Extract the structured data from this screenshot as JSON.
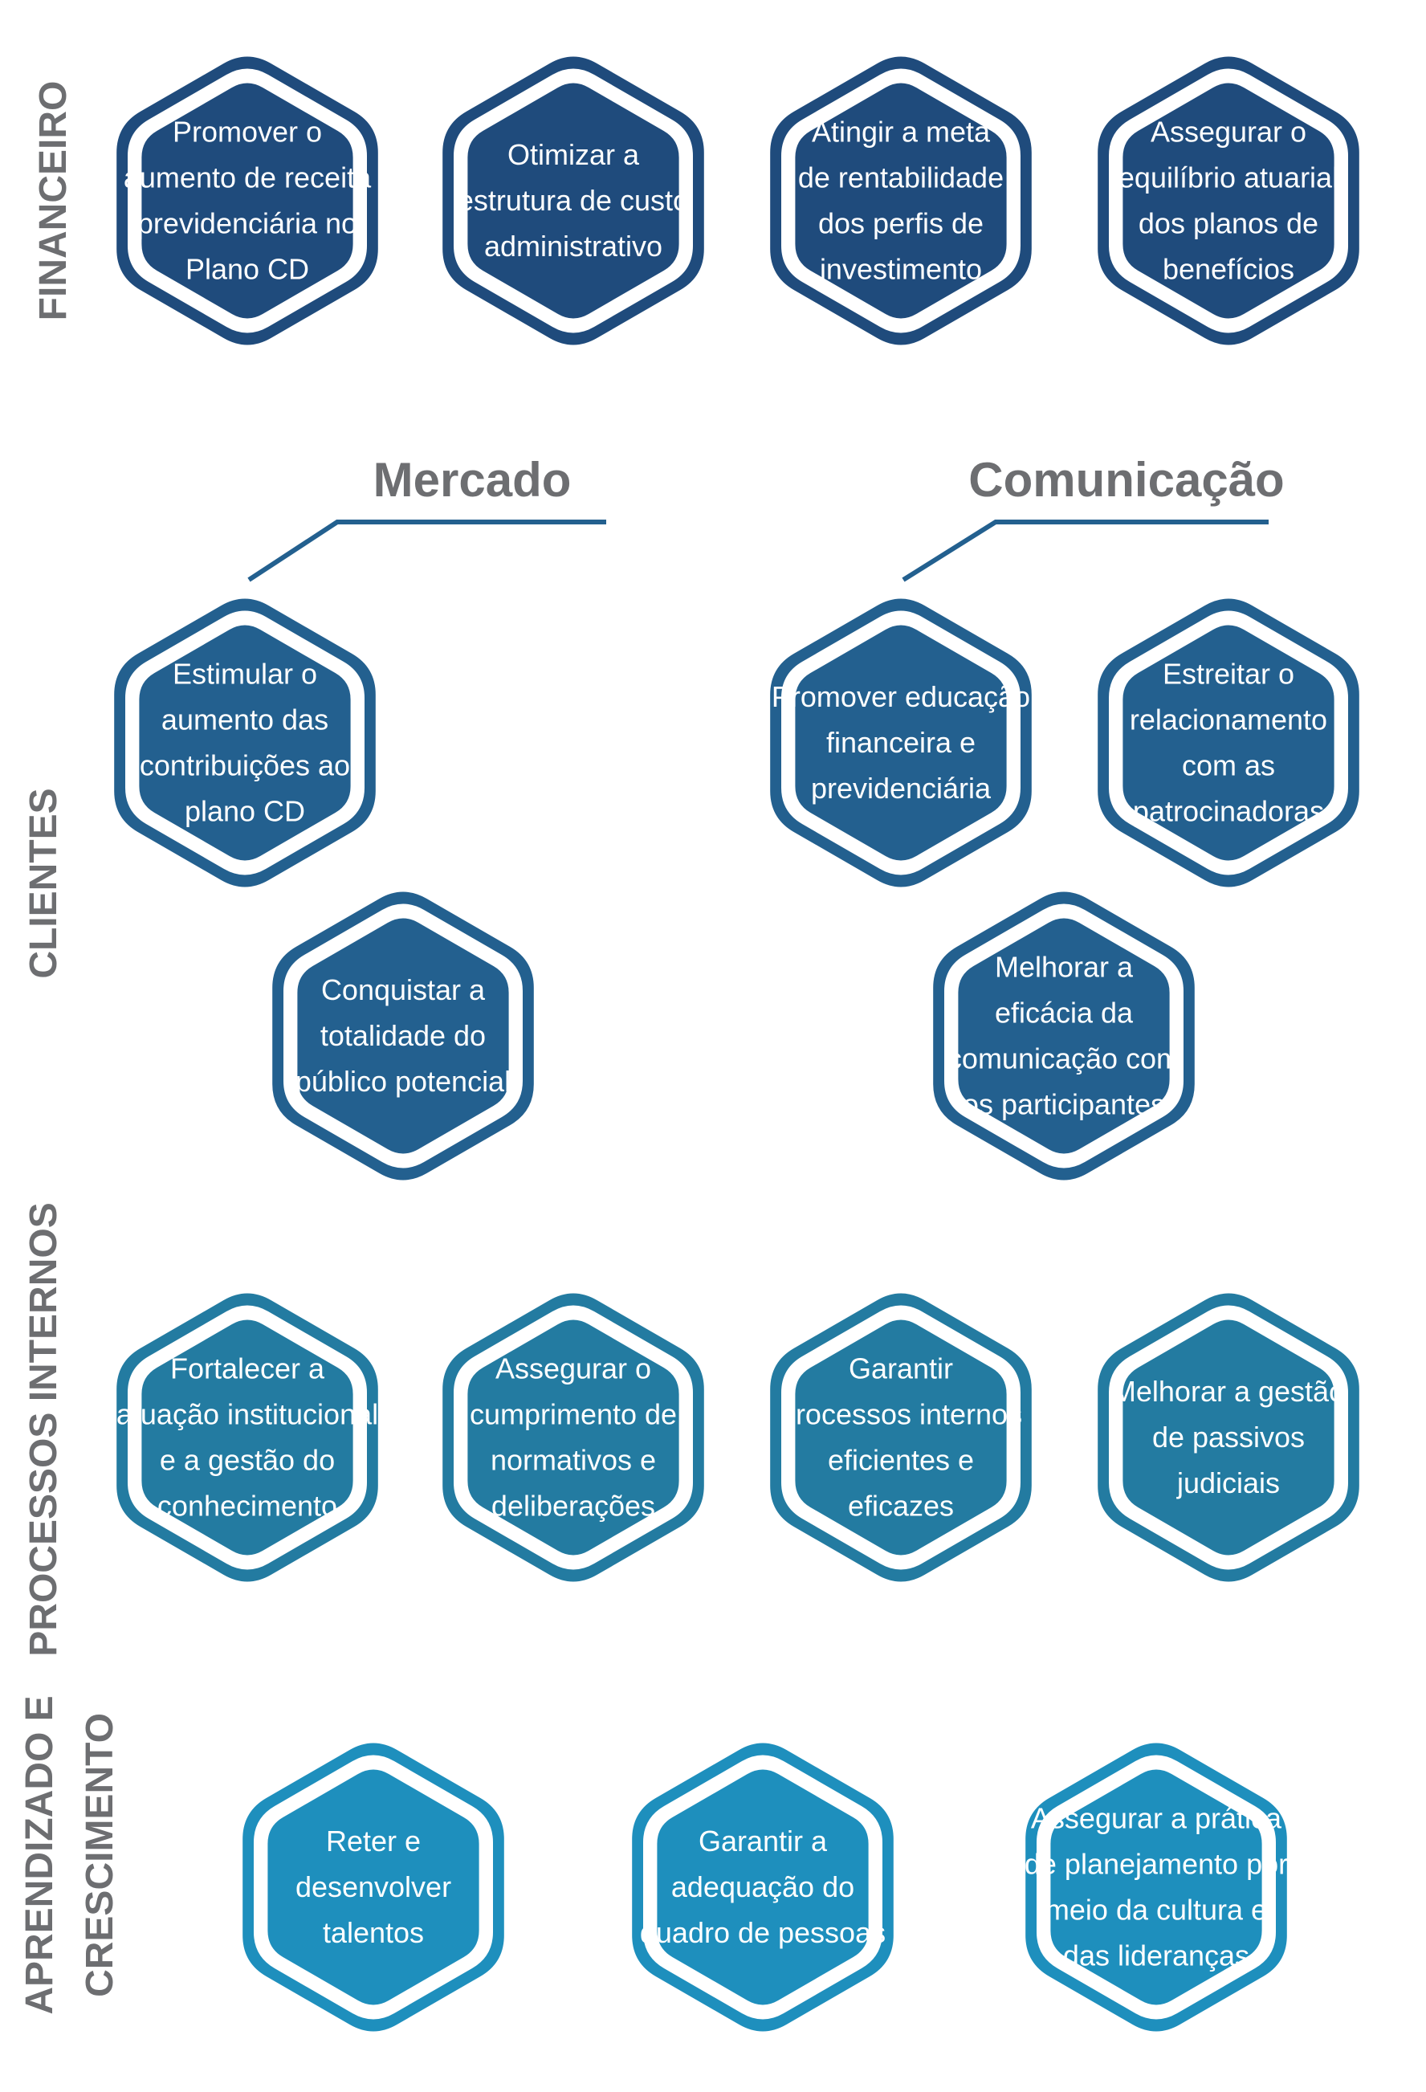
{
  "colors": {
    "financeiro": "#1f4b7c",
    "clientes": "#23608f",
    "processos": "#237ba1",
    "aprendizado": "#1e8fbd",
    "label_gray": "#6d6e71"
  },
  "sections": {
    "financeiro": {
      "label": "FINANCEIRO",
      "objectives": [
        [
          "Promover o",
          "aumento de receita",
          "previdenciária no",
          "Plano CD"
        ],
        [
          "Otimizar a",
          "estrutura de custo",
          "administrativo"
        ],
        [
          "Atingir a meta",
          "de rentabilidade",
          "dos perfis de",
          "investimento"
        ],
        [
          "Assegurar o",
          "equilíbrio atuarial",
          "dos planos de",
          "benefícios"
        ]
      ]
    },
    "clientes": {
      "label": "CLIENTES",
      "groups": {
        "mercado": {
          "title": "Mercado",
          "objectives": [
            [
              "Estimular o",
              "aumento das",
              "contribuições ao",
              "plano CD"
            ],
            [
              "Conquistar a",
              "totalidade do",
              "público potencial"
            ]
          ]
        },
        "comunicacao": {
          "title": "Comunicação",
          "objectives": [
            [
              "Promover educação",
              "financeira e",
              "previdenciária"
            ],
            [
              "Estreitar o",
              "relacionamento",
              "com as",
              "patrocinadoras"
            ],
            [
              "Melhorar a",
              "eficácia da",
              "comunicação com",
              "os participantes"
            ]
          ]
        }
      }
    },
    "processos": {
      "label": "PROCESSOS INTERNOS",
      "objectives": [
        [
          "Fortalecer a",
          "atuação institucional",
          "e a gestão do",
          "conhecimento"
        ],
        [
          "Assegurar o",
          "cumprimento de",
          "normativos e",
          "deliberações"
        ],
        [
          "Garantir",
          "processos internos",
          "eficientes e",
          "eficazes"
        ],
        [
          "Melhorar a gestão",
          "de passivos",
          "judiciais"
        ]
      ]
    },
    "aprendizado": {
      "label_lines": [
        "APRENDIZADO E",
        "CRESCIMENTO"
      ],
      "objectives": [
        [
          "Reter e",
          "desenvolver",
          "talentos"
        ],
        [
          "Garantir a",
          "adequação do",
          "quadro de pessoas"
        ],
        [
          "Assegurar a prática",
          "de planejamento por",
          "meio da cultura e",
          "das lideranças"
        ]
      ]
    }
  }
}
